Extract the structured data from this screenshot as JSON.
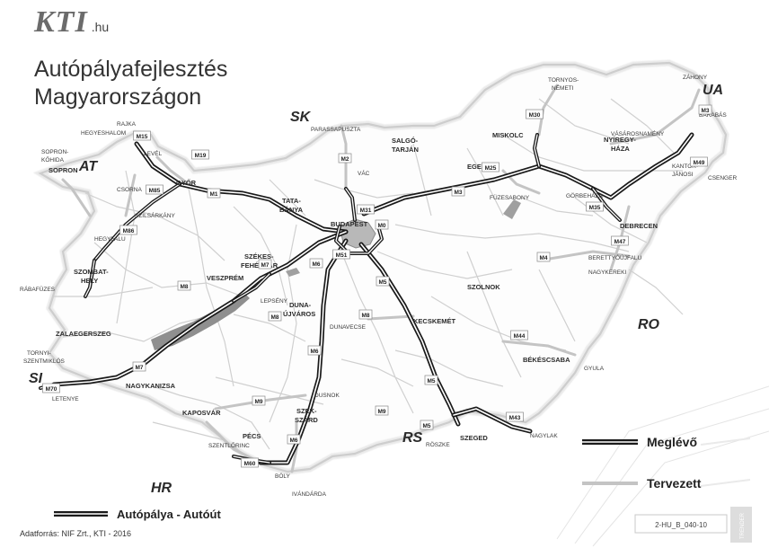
{
  "logo": {
    "mark": "KTI",
    "suffix": ".hu"
  },
  "title": {
    "line1": "Autópályafejlesztés",
    "line2": "Magyarországon"
  },
  "countries": [
    {
      "id": "sk",
      "text": "SK"
    },
    {
      "id": "at",
      "text": "AT"
    },
    {
      "id": "ua",
      "text": "UA"
    },
    {
      "id": "ro",
      "text": "RO"
    },
    {
      "id": "rs",
      "text": "RS"
    },
    {
      "id": "hr",
      "text": "HR"
    },
    {
      "id": "si",
      "text": "SI"
    }
  ],
  "cities": [
    {
      "id": "budapest",
      "text": "BUDAPEST"
    },
    {
      "id": "miskolc",
      "text": "MISKOLC"
    },
    {
      "id": "debrecen",
      "text": "DEBRECEN"
    },
    {
      "id": "szeged",
      "text": "SZEGED"
    },
    {
      "id": "pecs",
      "text": "PÉCS"
    },
    {
      "id": "gyor",
      "text": "GYŐR"
    },
    {
      "id": "szekesfehervar1",
      "text": "SZÉKES-"
    },
    {
      "id": "szekesfehervar2",
      "text": "FEHÉRVÁR"
    },
    {
      "id": "kecskemet",
      "text": "KECSKEMÉT"
    },
    {
      "id": "nyiregyhaza1",
      "text": "NYÍREGY-"
    },
    {
      "id": "nyiregyhaza2",
      "text": "HÁZA"
    },
    {
      "id": "szolnok",
      "text": "SZOLNOK"
    },
    {
      "id": "bekescsaba",
      "text": "BÉKÉSCSABA"
    },
    {
      "id": "kaposvar",
      "text": "KAPOSVÁR"
    },
    {
      "id": "veszprem",
      "text": "VESZPRÉM"
    },
    {
      "id": "tatabanya1",
      "text": "TATA-"
    },
    {
      "id": "tatabanya2",
      "text": "BÁNYA"
    },
    {
      "id": "szombathely1",
      "text": "SZOMBAT-"
    },
    {
      "id": "szombathely2",
      "text": "HELY"
    },
    {
      "id": "zalaegerszeg",
      "text": "ZALAEGERSZEG"
    },
    {
      "id": "nagykanizsa",
      "text": "NAGYKANIZSA"
    },
    {
      "id": "eger",
      "text": "EGER"
    },
    {
      "id": "salgotarjan1",
      "text": "SALGÓ-"
    },
    {
      "id": "salgotarjan2",
      "text": "TARJÁN"
    },
    {
      "id": "szekszard1",
      "text": "SZEK-"
    },
    {
      "id": "szekszard2",
      "text": "SZÁRD"
    },
    {
      "id": "dunaujvaros1",
      "text": "DUNA-"
    },
    {
      "id": "dunaujvaros2",
      "text": "ÚJVÁROS"
    },
    {
      "id": "sopron",
      "text": "SOPRON"
    }
  ],
  "towns": [
    {
      "id": "hegyeshalom",
      "text": "HEGYESHALOM"
    },
    {
      "id": "rajka",
      "text": "RAJKA"
    },
    {
      "id": "levél",
      "text": "LEVÉL"
    },
    {
      "id": "sopronkohida1",
      "text": "SOPRON-"
    },
    {
      "id": "sopronkohida2",
      "text": "KŐHIDA"
    },
    {
      "id": "csorna",
      "text": "CSORNA"
    },
    {
      "id": "szilsarkany",
      "text": "SZILSÁRKÁNY"
    },
    {
      "id": "hegyfalu",
      "text": "HEGYFALU"
    },
    {
      "id": "rabafuzes",
      "text": "RÁBAFÜZES"
    },
    {
      "id": "tornyiszentmiklos1",
      "text": "TORNYI-"
    },
    {
      "id": "tornyiszentmiklos2",
      "text": "SZENTMIKLÓS"
    },
    {
      "id": "letenye",
      "text": "LETENYE"
    },
    {
      "id": "parassapuszta",
      "text": "PARASSAPUSZTA"
    },
    {
      "id": "vac",
      "text": "VÁC"
    },
    {
      "id": "tornyosnemeti1",
      "text": "TORNYOS-"
    },
    {
      "id": "tornyosnemeti2",
      "text": "NÉMETI"
    },
    {
      "id": "zahony",
      "text": "ZÁHONY"
    },
    {
      "id": "barabas",
      "text": "BARABÁS"
    },
    {
      "id": "vasarosnameny",
      "text": "VÁSÁROSNAMÉNY"
    },
    {
      "id": "kantorjanosi1",
      "text": "KANTOR-"
    },
    {
      "id": "kantorjanosi2",
      "text": "JÁNOSI"
    },
    {
      "id": "csenger",
      "text": "CSENGER"
    },
    {
      "id": "fuzesabony",
      "text": "FÜZESABONY"
    },
    {
      "id": "gorbehaza",
      "text": "GÖRBEHÁZA"
    },
    {
      "id": "berettyoujfalu",
      "text": "BERETTYÓÚJFALU"
    },
    {
      "id": "nagykereki",
      "text": "NAGYKEREKI"
    },
    {
      "id": "gyula",
      "text": "GYULA"
    },
    {
      "id": "nagylak",
      "text": "NAGYLAK"
    },
    {
      "id": "roszke",
      "text": "RÖSZKE"
    },
    {
      "id": "dusnok",
      "text": "DUSNOK"
    },
    {
      "id": "dunavecse",
      "text": "DUNAVECSE"
    },
    {
      "id": "lepseny",
      "text": "LEPSÉNY"
    },
    {
      "id": "szentlorinc",
      "text": "SZENTLŐRINC"
    },
    {
      "id": "boly",
      "text": "BÓLY"
    },
    {
      "id": "ivandarda",
      "text": "IVÁNDÁRDA"
    }
  ],
  "road_shields": [
    {
      "id": "m15",
      "text": "M15"
    },
    {
      "id": "m19",
      "text": "M19"
    },
    {
      "id": "m85",
      "text": "M85"
    },
    {
      "id": "m1",
      "text": "M1"
    },
    {
      "id": "m86",
      "text": "M86"
    },
    {
      "id": "m2",
      "text": "M2"
    },
    {
      "id": "m31",
      "text": "M31"
    },
    {
      "id": "m0",
      "text": "M0"
    },
    {
      "id": "m51",
      "text": "M51"
    },
    {
      "id": "m3a",
      "text": "M3"
    },
    {
      "id": "m3b",
      "text": "M3"
    },
    {
      "id": "m30",
      "text": "M30"
    },
    {
      "id": "m25",
      "text": "M25"
    },
    {
      "id": "m35",
      "text": "M35"
    },
    {
      "id": "m49",
      "text": "M49"
    },
    {
      "id": "m47",
      "text": "M47"
    },
    {
      "id": "m4",
      "text": "M4"
    },
    {
      "id": "m44",
      "text": "M44"
    },
    {
      "id": "m43",
      "text": "M43"
    },
    {
      "id": "m5a",
      "text": "M5"
    },
    {
      "id": "m5b",
      "text": "M5"
    },
    {
      "id": "m5c",
      "text": "M5"
    },
    {
      "id": "m6a",
      "text": "M6"
    },
    {
      "id": "m6b",
      "text": "M6"
    },
    {
      "id": "m6c",
      "text": "M6"
    },
    {
      "id": "m7a",
      "text": "M7"
    },
    {
      "id": "m7b",
      "text": "M7"
    },
    {
      "id": "m8a",
      "text": "M8"
    },
    {
      "id": "m8b",
      "text": "M8"
    },
    {
      "id": "m8c",
      "text": "M8"
    },
    {
      "id": "m9a",
      "text": "M9"
    },
    {
      "id": "m9b",
      "text": "M9"
    },
    {
      "id": "m60",
      "text": "M60"
    },
    {
      "id": "m70",
      "text": "M70"
    }
  ],
  "legend": {
    "existing": "Meglévő",
    "planned": "Tervezett",
    "motorway": "Autópálya - Autóút",
    "code": "2-HU_B_040-10",
    "stamp": "TRENDER"
  },
  "source": "Adatforrás: NIF Zrt., KTI - 2016",
  "colors": {
    "motorway_outer": "#1a1a1a",
    "motorway_inner": "#ffffff",
    "planned": "#c4c4c4",
    "border": "#9c9c9c",
    "road": "#d0d0d0",
    "lake": "#8f8f8f",
    "text": "#2a2a2a"
  }
}
